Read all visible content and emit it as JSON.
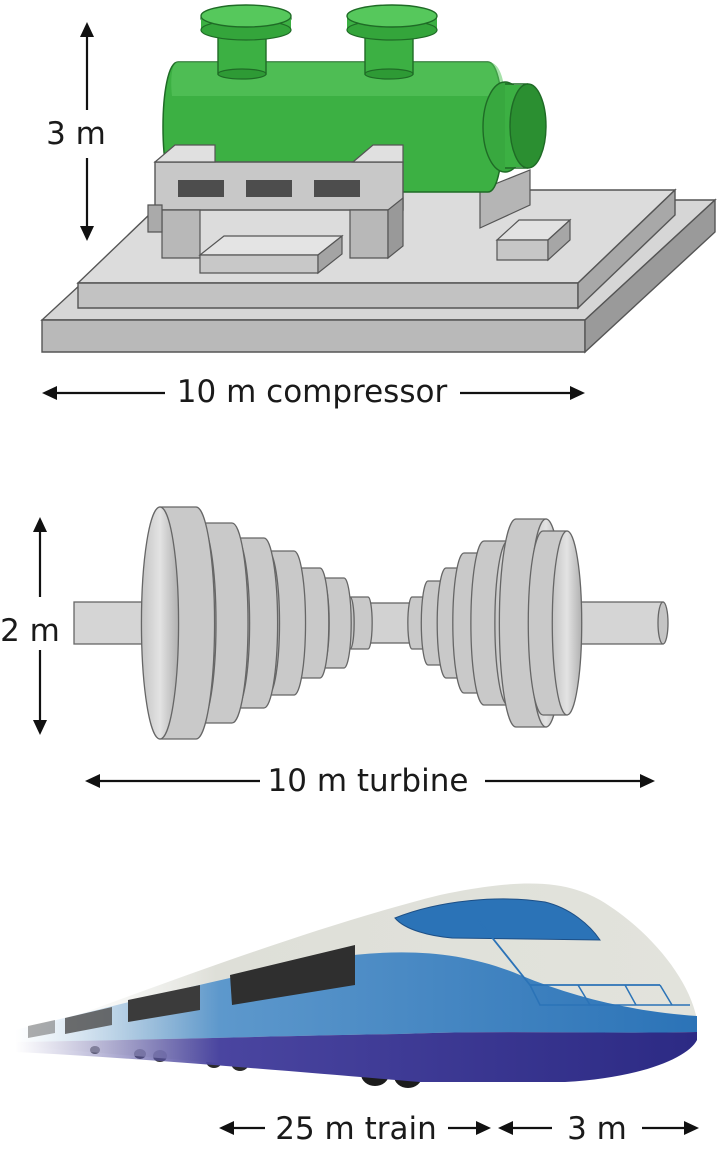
{
  "compressor": {
    "height_label": "3 m",
    "length_label": "10 m compressor",
    "body_color": "#3cb043"
  },
  "turbine": {
    "height_label": "2 m",
    "length_label": "10 m turbine"
  },
  "train": {
    "length_label": "25 m train",
    "height_label": "3 m",
    "stripe_color": "#2b73b7",
    "skirt_color": "#2c2a84"
  },
  "colors": {
    "metal": "#d4d4d4",
    "metal_dark": "#8a8a8a"
  }
}
